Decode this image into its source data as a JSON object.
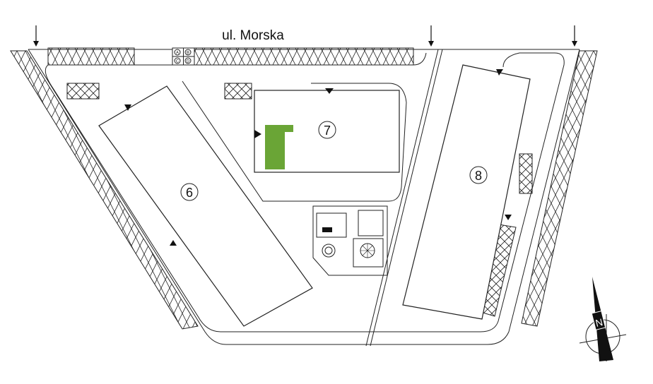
{
  "street": {
    "name": "ul. Morska"
  },
  "buildings": [
    {
      "number": "6"
    },
    {
      "number": "7"
    },
    {
      "number": "8"
    }
  ],
  "bins": {
    "labels": [
      "A",
      "B",
      "C",
      "D"
    ]
  },
  "compass": {
    "label": "N"
  },
  "colors": {
    "highlight": "#6aa536",
    "line": "#222222"
  }
}
